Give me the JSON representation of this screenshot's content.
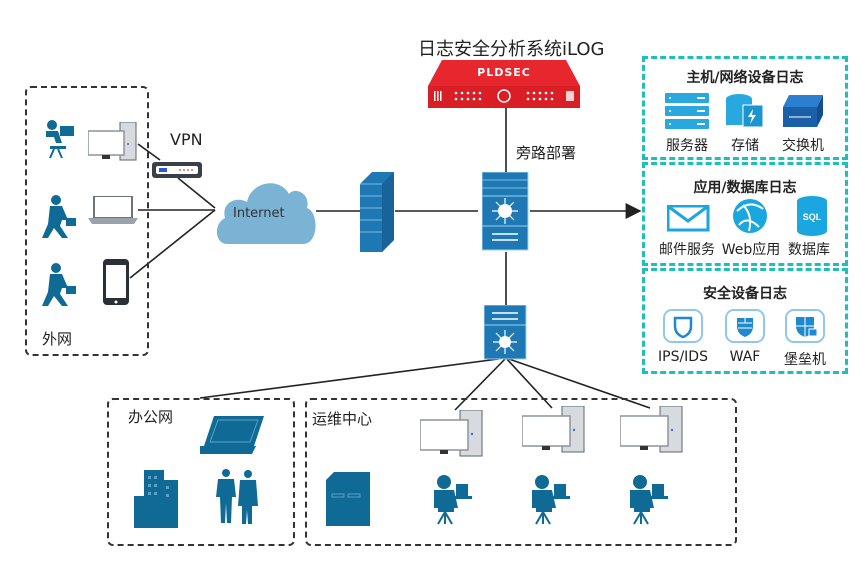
{
  "title": "日志安全分析系统iLOG",
  "appliance": {
    "brand": "PLDSEC",
    "color": "#e8262d"
  },
  "labels": {
    "vpn": "VPN",
    "internet": "Internet",
    "bypass": "旁路部署",
    "external_net": "外网",
    "office_net": "办公网",
    "ops_center": "运维中心"
  },
  "log_sources": [
    {
      "title": "主机/网络设备日志",
      "items": [
        {
          "label": "服务器",
          "icon": "server-icon"
        },
        {
          "label": "存储",
          "icon": "storage-icon"
        },
        {
          "label": "交换机",
          "icon": "switch-icon"
        }
      ]
    },
    {
      "title": "应用/数据库日志",
      "items": [
        {
          "label": "邮件服务",
          "icon": "mail-icon"
        },
        {
          "label": "Web应用",
          "icon": "web-globe-icon"
        },
        {
          "label": "数据库",
          "icon": "sql-database-icon"
        }
      ]
    },
    {
      "title": "安全设备日志",
      "items": [
        {
          "label": "IPS/IDS",
          "icon": "shield-icon"
        },
        {
          "label": "WAF",
          "icon": "waf-shield-icon"
        },
        {
          "label": "堡垒机",
          "icon": "bastion-shield-icon"
        }
      ]
    }
  ],
  "colors": {
    "accent": "#1dbfb8",
    "device_blue": "#1e78b4",
    "person_blue": "#0f6a96",
    "cloud": "#7ab3d3"
  }
}
